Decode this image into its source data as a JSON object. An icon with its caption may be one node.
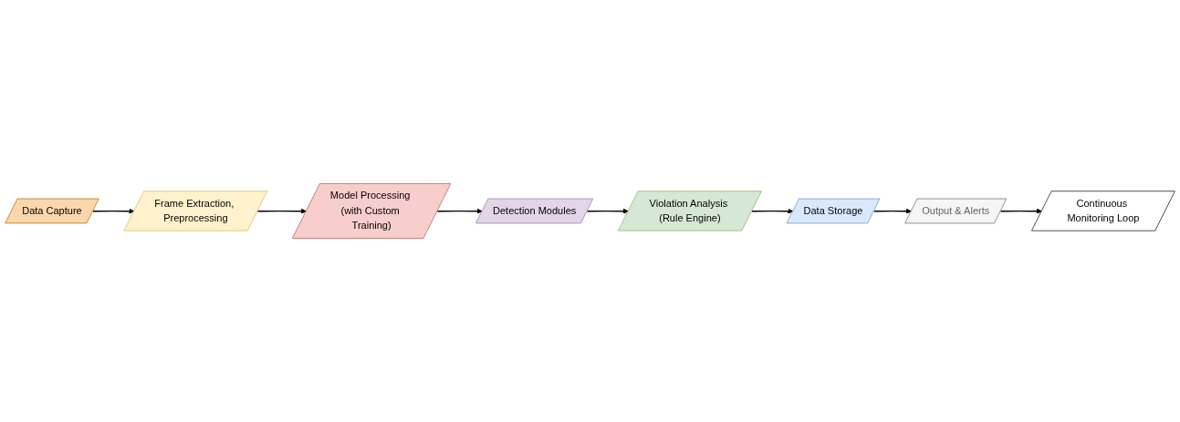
{
  "diagram": {
    "nodes": [
      {
        "text": [
          "Data Capture"
        ]
      },
      {
        "text": [
          "Frame Extraction, Preprocessing"
        ]
      },
      {
        "text": [
          "Model Processing (with Custom Training)"
        ]
      },
      {
        "text": [
          "Detection Modules"
        ]
      },
      {
        "text": [
          "Violation Analysis (Rule Engine)"
        ]
      },
      {
        "text": [
          "Data Storage"
        ]
      },
      {
        "text": [
          "Output & Alerts"
        ]
      },
      {
        "text": [
          "Continuous Monitoring Loop"
        ]
      }
    ],
    "edges": [
      {
        "from": 0,
        "to": 1,
        "arrow": "to"
      },
      {
        "from": 1,
        "to": 2,
        "arrow": "to"
      },
      {
        "from": 2,
        "to": 3,
        "arrow": "to"
      },
      {
        "from": 3,
        "to": 4,
        "arrow": "to"
      },
      {
        "from": 4,
        "to": 5,
        "arrow": "to"
      },
      {
        "from": 5,
        "to": 6,
        "arrow": "to"
      },
      {
        "from": 6,
        "to": 7,
        "arrow": "to"
      }
    ]
  }
}
